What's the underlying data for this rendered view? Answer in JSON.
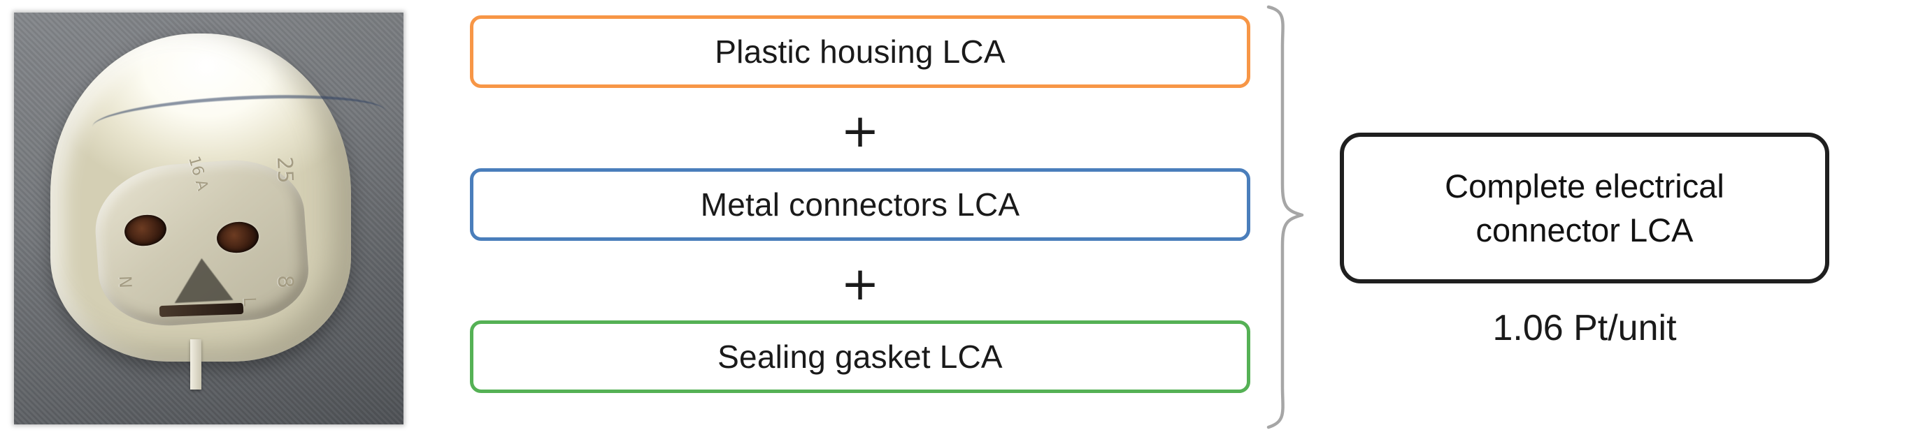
{
  "figure": {
    "type": "lca-aggregation-diagram",
    "photo": {
      "alt_name": "electrical-connector-photo",
      "markings": [
        "25",
        "8",
        "16 A",
        "N",
        "L"
      ]
    },
    "components": [
      {
        "id": "plastic",
        "label": "Plastic housing LCA",
        "border_color": "#F79646"
      },
      {
        "id": "metal",
        "label": "Metal connectors LCA",
        "border_color": "#4A7EBB"
      },
      {
        "id": "gasket",
        "label": "Sealing gasket LCA",
        "border_color": "#55B155"
      }
    ],
    "operators": [
      "+",
      "+"
    ],
    "brace": {
      "color": "#A6A6A6",
      "direction": "right"
    },
    "result": {
      "line1": "Complete electrical",
      "line2": "connector LCA",
      "value": "1.06 Pt/unit",
      "border_color": "#1F1F1F"
    }
  }
}
